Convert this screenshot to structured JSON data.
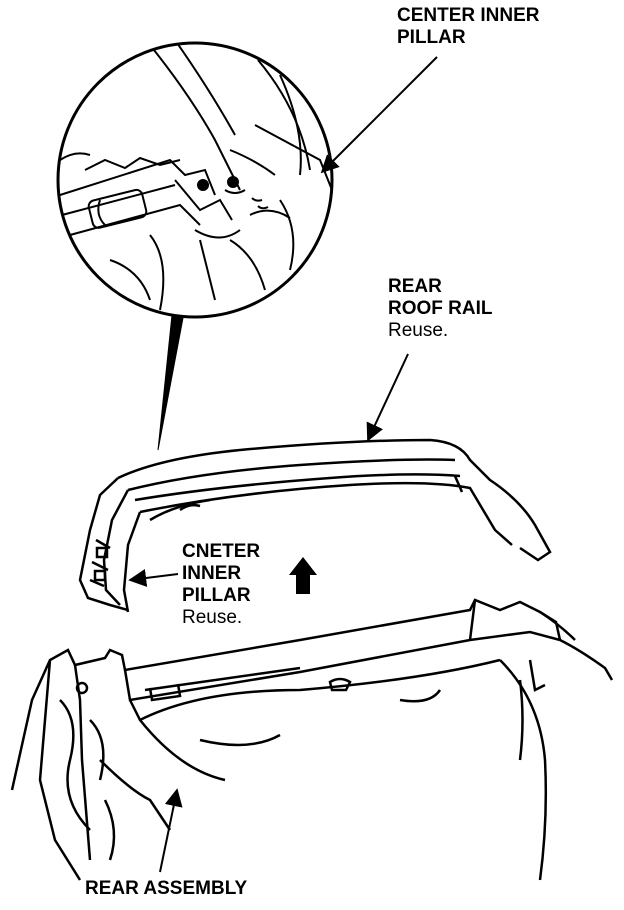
{
  "labels": {
    "center_inner_pillar_top": {
      "line1": "CENTER INNER",
      "line2": "PILLAR"
    },
    "rear_roof_rail": {
      "line1": "REAR",
      "line2": "ROOF RAIL",
      "note": "Reuse."
    },
    "center_inner_pillar_side": {
      "line1": "CNETER",
      "line2": "INNER",
      "line3": "PILLAR",
      "note": "Reuse."
    },
    "rear_assembly": {
      "text": "REAR ASSEMBLY"
    }
  },
  "colors": {
    "ink": "#000000",
    "paper": "#ffffff"
  },
  "icons": {
    "direction": "up-arrow-icon"
  }
}
